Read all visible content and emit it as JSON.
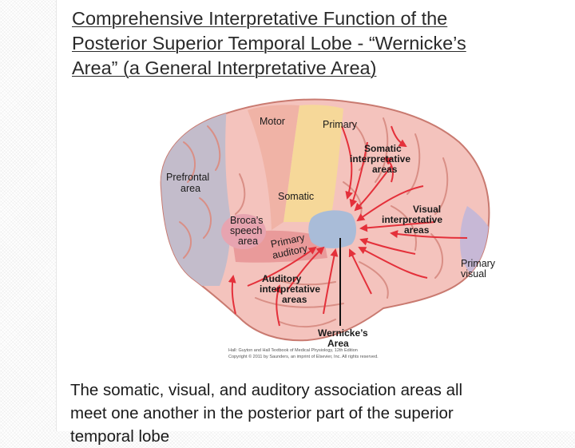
{
  "slide": {
    "title_lines": [
      "Comprehensive Interpretative Function of the",
      "Posterior Superior Temporal Lobe - “Wernicke’s",
      "Area” (a General Interpretative Area)"
    ],
    "caption_lines": [
      "The somatic, visual, and auditory association areas all",
      "meet one another in the posterior part of the superior",
      "temporal lobe"
    ]
  },
  "diagram": {
    "labels": {
      "motor": "Motor",
      "primary": "Primary",
      "somatic_interp_1": "Somatic",
      "somatic_interp_2": "interpretative",
      "somatic_interp_3": "areas",
      "prefrontal_1": "Prefrontal",
      "prefrontal_2": "area",
      "somatic": "Somatic",
      "visual_interp_1": "Visual",
      "visual_interp_2": "interpretative",
      "visual_interp_3": "areas",
      "broca_1": "Broca’s",
      "broca_2": "speech",
      "broca_3": "area",
      "primary_auditory_1": "Primary",
      "primary_auditory_2": "auditory",
      "primary_visual_1": "Primary",
      "primary_visual_2": "visual",
      "auditory_interp_1": "Auditory",
      "auditory_interp_2": "interpretative",
      "auditory_interp_3": "areas",
      "wernicke_1": "Wernicke’s",
      "wernicke_2": "Area"
    },
    "credit_lines": [
      "Hall: Guyton and Hall Textbook of Medical Physiology, 12th Edition",
      "Copyright © 2011 by Saunders, an imprint of Elsevier, Inc. All rights reserved."
    ],
    "colors": {
      "brain_fill": "#f4c3bd",
      "brain_outline": "#c97a70",
      "gyri_lines": "#d98f86",
      "prefrontal_fill": "#c3bccb",
      "motor_fill": "#f0b3a6",
      "somatic_fill": "#f6d899",
      "wernicke_fill": "#a9bcd8",
      "auditory_fill": "#e99a9a",
      "visual_fill": "#c7b8d6",
      "arrow": "#e4303a"
    }
  }
}
